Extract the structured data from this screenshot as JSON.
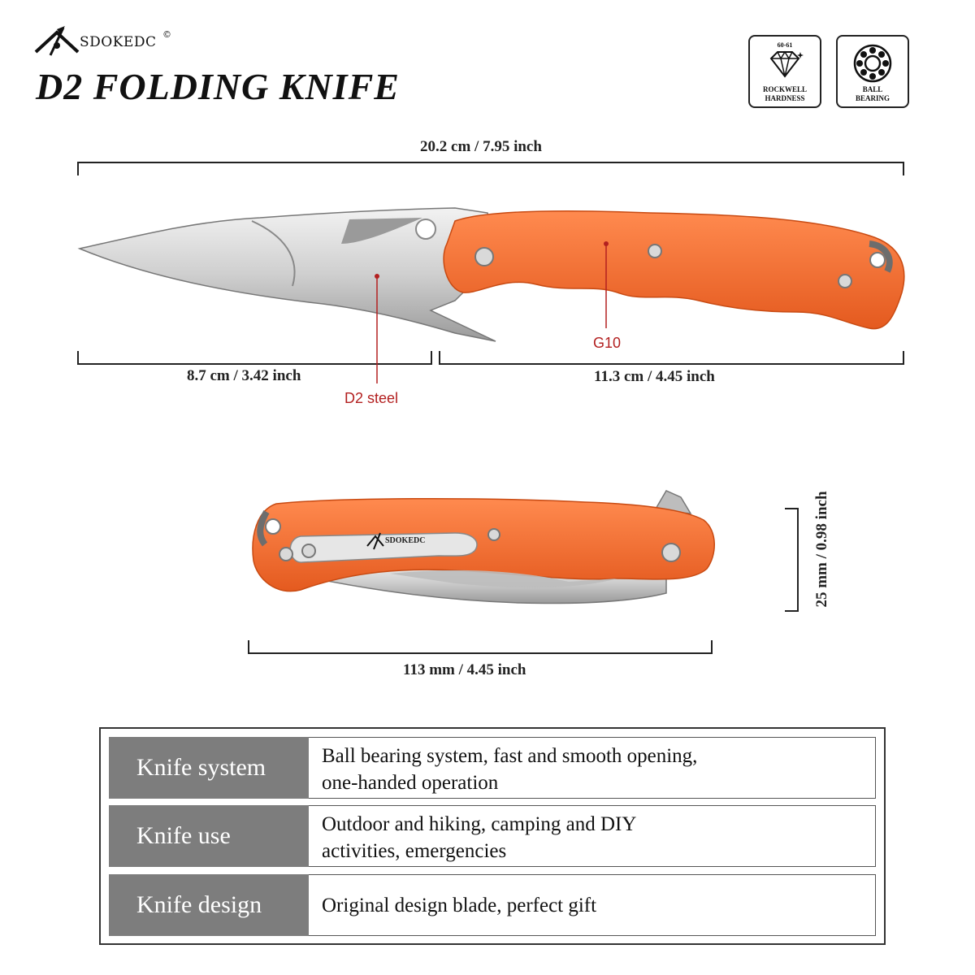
{
  "brand": {
    "name": "SDOKEDC",
    "mark": "©"
  },
  "title": "D2 FOLDING KNIFE",
  "badges": [
    {
      "top_text": "60-61",
      "label": "ROCKWELL\nHARDNESS",
      "label_line1": "ROCKWELL",
      "label_line2": "HARDNESS",
      "icon": "diamond-icon"
    },
    {
      "label_line1": "BALL",
      "label_line2": "BEARING",
      "icon": "ball-bearing-icon"
    }
  ],
  "open_knife": {
    "overall_length": "20.2 cm / 7.95 inch",
    "blade_length": "8.7 cm / 3.42 inch",
    "handle_length": "11.3 cm / 4.45 inch",
    "blade_material": "D2 steel",
    "handle_material": "G10"
  },
  "closed_knife": {
    "clip_brand": "SDOKEDC",
    "height": "25 mm / 0.98 inch",
    "length": "113 mm / 4.45 inch"
  },
  "specs": [
    {
      "label": "Knife system",
      "line1": "Ball bearing system, fast and smooth opening,",
      "line2": "one-handed operation"
    },
    {
      "label": "Knife use",
      "line1": "Outdoor and hiking, camping and DIY",
      "line2": "activities, emergencies"
    },
    {
      "label": "Knife design",
      "line1": "Original design blade, perfect gift",
      "line2": ""
    }
  ],
  "colors": {
    "handle": "#f26a2e",
    "steel": "#c9c9c9",
    "callout": "#b32020",
    "label_bg": "#7d7d7d"
  }
}
